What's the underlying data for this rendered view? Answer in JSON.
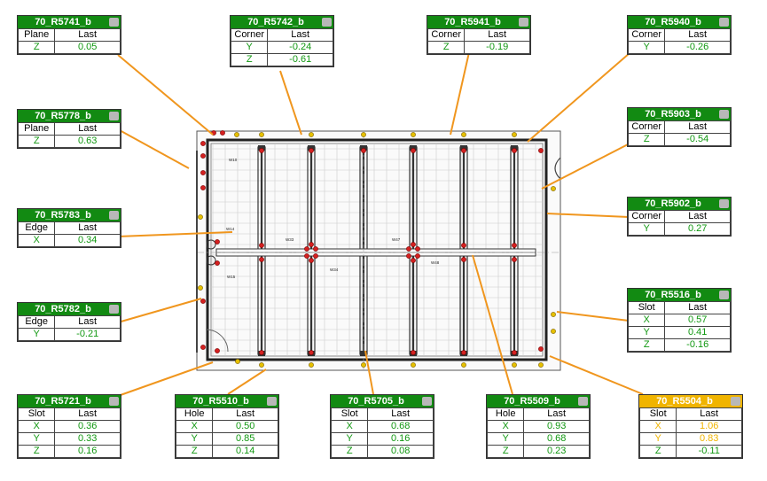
{
  "colors": {
    "title_ok": "#128a12",
    "title_warn": "#f0b400",
    "value_ok": "#129812",
    "value_warn": "#f0b400",
    "leader": "#f0961e",
    "marker_red": "#d42020",
    "marker_yellow": "#e6c000"
  },
  "icon": "camera-icon",
  "drawing_labels": [
    "W10",
    "W14",
    "W15",
    "W33",
    "W34",
    "W47",
    "W48"
  ],
  "boxes": [
    {
      "id": "b0",
      "title": "70_R5741_b",
      "status": "ok",
      "type": "Plane",
      "last_label": "Last",
      "rows": [
        {
          "axis": "Z",
          "value": "0.05",
          "status": "ok"
        }
      ]
    },
    {
      "id": "b1",
      "title": "70_R5742_b",
      "status": "ok",
      "type": "Corner",
      "last_label": "Last",
      "rows": [
        {
          "axis": "Y",
          "value": "-0.24",
          "status": "ok"
        },
        {
          "axis": "Z",
          "value": "-0.61",
          "status": "ok"
        }
      ]
    },
    {
      "id": "b2",
      "title": "70_R5941_b",
      "status": "ok",
      "type": "Corner",
      "last_label": "Last",
      "rows": [
        {
          "axis": "Z",
          "value": "-0.19",
          "status": "ok"
        }
      ]
    },
    {
      "id": "b3",
      "title": "70_R5940_b",
      "status": "ok",
      "type": "Corner",
      "last_label": "Last",
      "rows": [
        {
          "axis": "Y",
          "value": "-0.26",
          "status": "ok"
        }
      ]
    },
    {
      "id": "b4",
      "title": "70_R5778_b",
      "status": "ok",
      "type": "Plane",
      "last_label": "Last",
      "rows": [
        {
          "axis": "Z",
          "value": "0.63",
          "status": "ok"
        }
      ]
    },
    {
      "id": "b5",
      "title": "70_R5903_b",
      "status": "ok",
      "type": "Corner",
      "last_label": "Last",
      "rows": [
        {
          "axis": "Z",
          "value": "-0.54",
          "status": "ok"
        }
      ]
    },
    {
      "id": "b6",
      "title": "70_R5783_b",
      "status": "ok",
      "type": "Edge",
      "last_label": "Last",
      "rows": [
        {
          "axis": "X",
          "value": "0.34",
          "status": "ok"
        }
      ]
    },
    {
      "id": "b7",
      "title": "70_R5902_b",
      "status": "ok",
      "type": "Corner",
      "last_label": "Last",
      "rows": [
        {
          "axis": "Y",
          "value": "0.27",
          "status": "ok"
        }
      ]
    },
    {
      "id": "b8",
      "title": "70_R5782_b",
      "status": "ok",
      "type": "Edge",
      "last_label": "Last",
      "rows": [
        {
          "axis": "Y",
          "value": "-0.21",
          "status": "ok"
        }
      ]
    },
    {
      "id": "b9",
      "title": "70_R5516_b",
      "status": "ok",
      "type": "Slot",
      "last_label": "Last",
      "rows": [
        {
          "axis": "X",
          "value": "0.57",
          "status": "ok"
        },
        {
          "axis": "Y",
          "value": "0.41",
          "status": "ok"
        },
        {
          "axis": "Z",
          "value": "-0.16",
          "status": "ok"
        }
      ]
    },
    {
      "id": "b10",
      "title": "70_R5721_b",
      "status": "ok",
      "type": "Slot",
      "last_label": "Last",
      "rows": [
        {
          "axis": "X",
          "value": "0.36",
          "status": "ok"
        },
        {
          "axis": "Y",
          "value": "0.33",
          "status": "ok"
        },
        {
          "axis": "Z",
          "value": "0.16",
          "status": "ok"
        }
      ]
    },
    {
      "id": "b11",
      "title": "70_R5510_b",
      "status": "ok",
      "type": "Hole",
      "last_label": "Last",
      "rows": [
        {
          "axis": "X",
          "value": "0.50",
          "status": "ok"
        },
        {
          "axis": "Y",
          "value": "0.85",
          "status": "ok"
        },
        {
          "axis": "Z",
          "value": "0.14",
          "status": "ok"
        }
      ]
    },
    {
      "id": "b12",
      "title": "70_R5705_b",
      "status": "ok",
      "type": "Slot",
      "last_label": "Last",
      "rows": [
        {
          "axis": "X",
          "value": "0.68",
          "status": "ok"
        },
        {
          "axis": "Y",
          "value": "0.16",
          "status": "ok"
        },
        {
          "axis": "Z",
          "value": "0.08",
          "status": "ok"
        }
      ]
    },
    {
      "id": "b13",
      "title": "70_R5509_b",
      "status": "ok",
      "type": "Hole",
      "last_label": "Last",
      "rows": [
        {
          "axis": "X",
          "value": "0.93",
          "status": "ok"
        },
        {
          "axis": "Y",
          "value": "0.68",
          "status": "ok"
        },
        {
          "axis": "Z",
          "value": "0.23",
          "status": "ok"
        }
      ]
    },
    {
      "id": "b14",
      "title": "70_R5504_b",
      "status": "warn",
      "type": "Slot",
      "last_label": "Last",
      "rows": [
        {
          "axis": "X",
          "value": "1.06",
          "status": "warn"
        },
        {
          "axis": "Y",
          "value": "0.83",
          "status": "warn"
        },
        {
          "axis": "Z",
          "value": "-0.11",
          "status": "ok"
        }
      ]
    }
  ]
}
